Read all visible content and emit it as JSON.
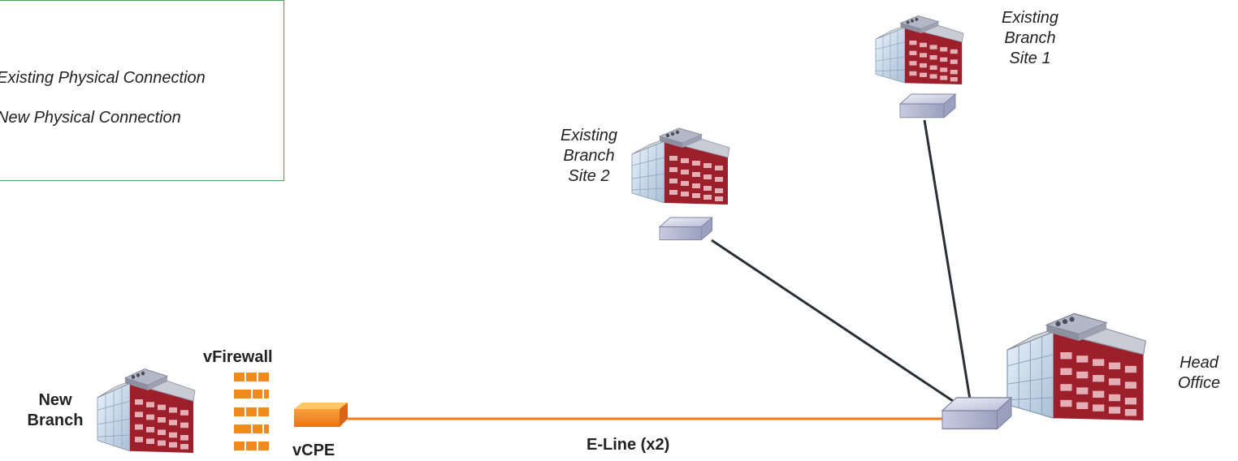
{
  "legend": {
    "existing_label": "Existing Physical Connection",
    "new_label": "New Physical Connection"
  },
  "sites": {
    "branch1": "Existing\nBranch\nSite 1",
    "branch2": "Existing\nBranch\nSite 2",
    "head_office": "Head\nOffice",
    "new_branch": "New\nBranch"
  },
  "devices": {
    "firewall_label": "vFirewall",
    "cpe_label": "vCPE"
  },
  "links": {
    "eline_label": "E-Line (x2)"
  },
  "colors": {
    "existing_line": "#2b2f36",
    "new_line": "#f07a1a",
    "legend_border": "#3fa65a",
    "firewall": "#f08a1e"
  }
}
